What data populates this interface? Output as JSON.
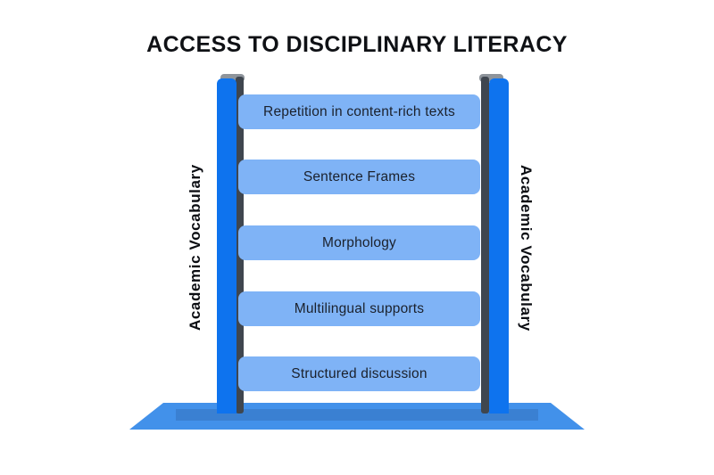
{
  "title": "ACCESS TO DISCIPLINARY LITERACY",
  "ladder": {
    "left_rail_label": "Academic Vocabulary",
    "right_rail_label": "Academic Vocabulary",
    "rungs": [
      {
        "label": "Repetition in content-rich texts"
      },
      {
        "label": "Sentence Frames"
      },
      {
        "label": "Morphology"
      },
      {
        "label": "Multilingual supports"
      },
      {
        "label": "Structured discussion"
      }
    ]
  },
  "colors": {
    "pole_blue": "#0e73ee",
    "pole_shadow": "#3f464f",
    "pole_cap": "#8e949b",
    "rung_fill": "#7fb3f6",
    "rung_text": "#1b212c",
    "base_fill": "#4291ea",
    "base_shadow": "#3a80d2",
    "title_color": "#0f1115",
    "bg": "#ffffff"
  }
}
